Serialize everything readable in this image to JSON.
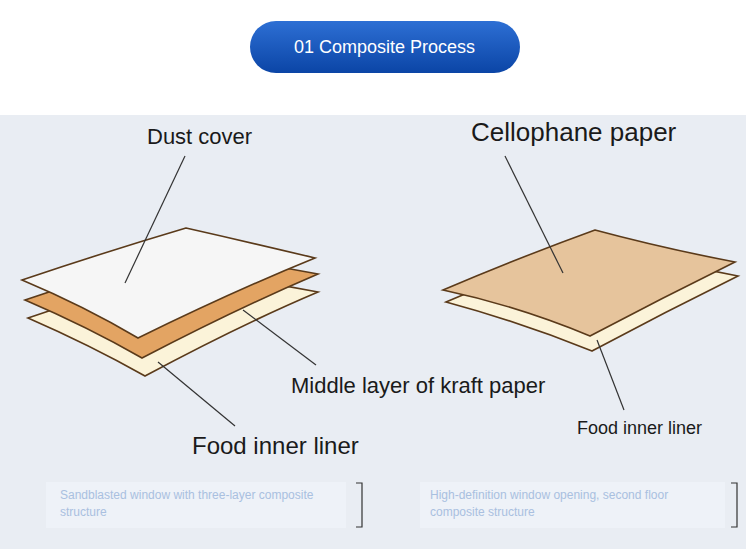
{
  "diagram": {
    "title": "01 Composite Process",
    "labels": [
      "Dust cover",
      "Cellophane paper",
      "Middle layer of kraft paper",
      "Food inner liner",
      "Food inner liner",
      "Sandblasted window with three-layer composite structure",
      "High-definition window opening, second floor composite structure"
    ]
  }
}
